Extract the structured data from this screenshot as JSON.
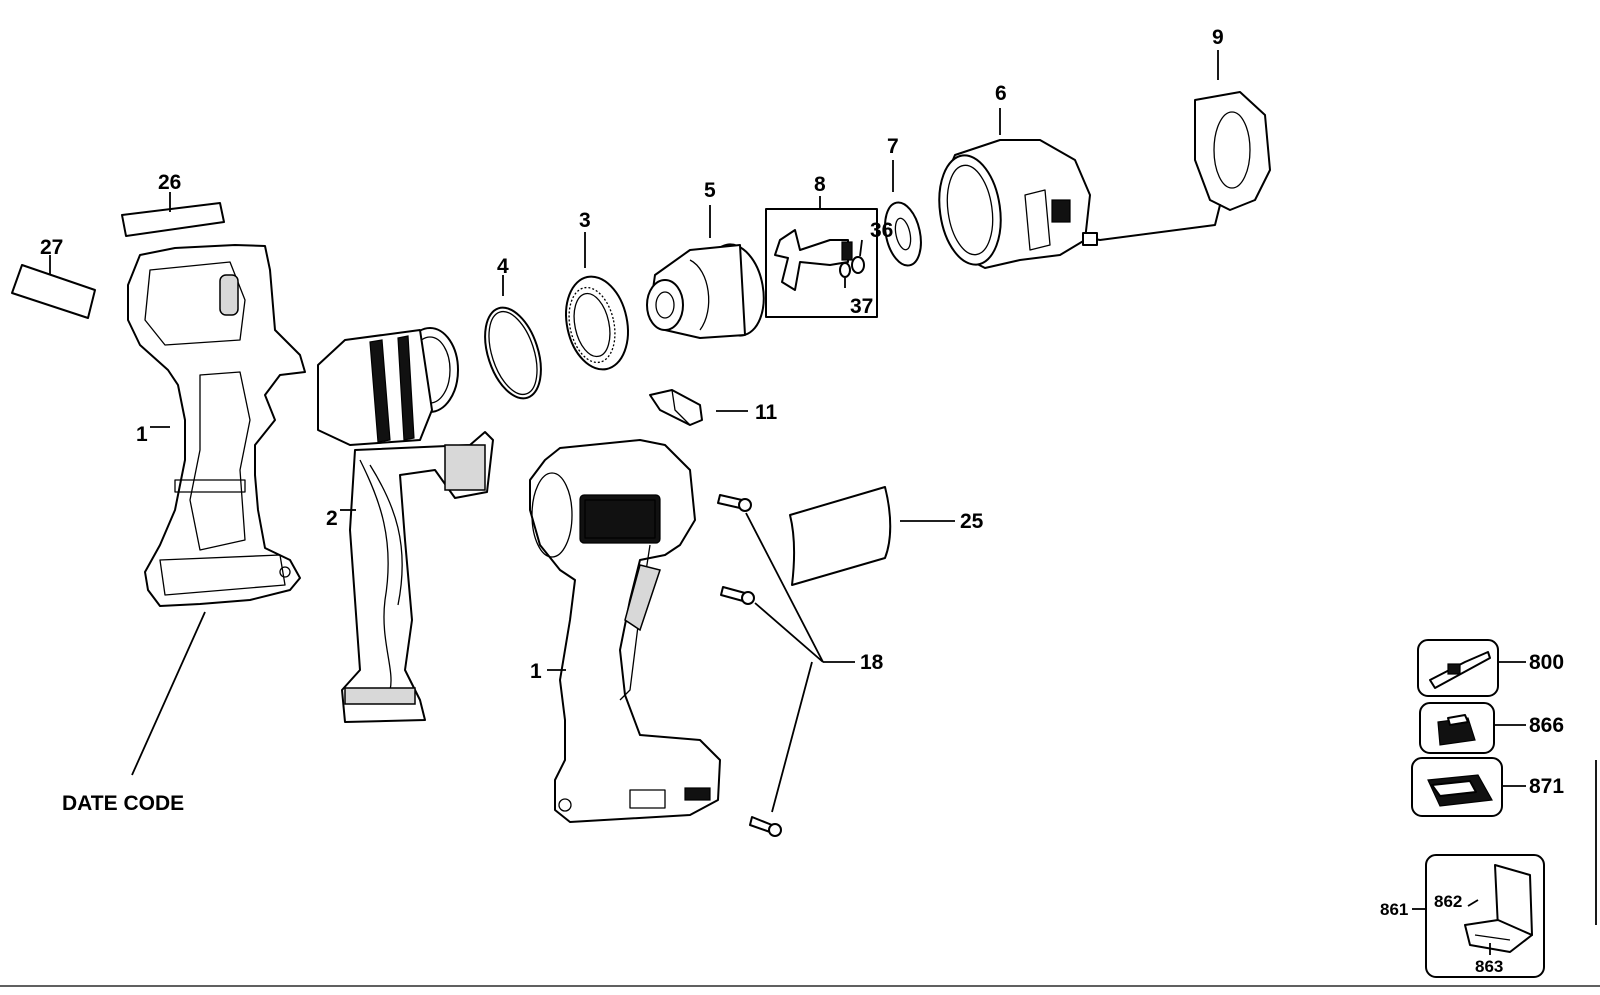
{
  "diagram": {
    "callouts": {
      "p1a": "1",
      "p1b": "1",
      "p2": "2",
      "p3": "3",
      "p4": "4",
      "p5": "5",
      "p6": "6",
      "p7": "7",
      "p8": "8",
      "p9": "9",
      "p11": "11",
      "p18": "18",
      "p25": "25",
      "p26": "26",
      "p27": "27",
      "p36": "36",
      "p37": "37",
      "p800": "800",
      "p866": "866",
      "p871": "871",
      "p861": "861",
      "p862": "862",
      "p863": "863",
      "date_code": "DATE CODE"
    }
  }
}
